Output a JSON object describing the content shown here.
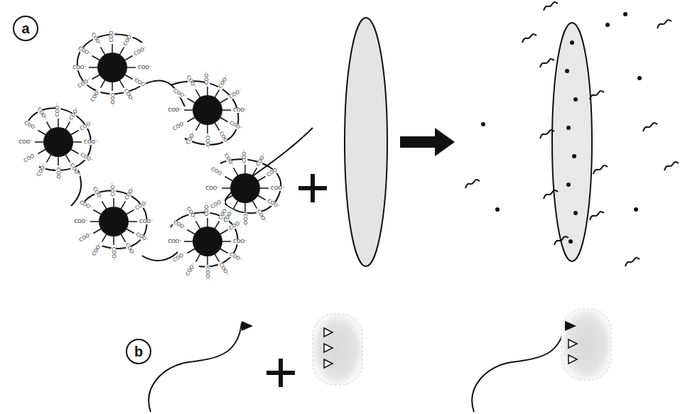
{
  "diagram": {
    "nodes": [
      {
        "text": [
          "a"
        ]
      },
      {
        "text": [
          "b"
        ]
      }
    ],
    "labels": [
      "COO⁻",
      "COO⁻",
      "COO⁻",
      "COO⁻",
      "COO⁻",
      "COO⁻",
      "COO⁻",
      "COO⁻",
      "COO⁻",
      "COO⁻",
      "COO⁻",
      "COO⁻",
      "COO⁻",
      "COO⁻",
      "COO⁻",
      "COO⁻",
      "COO⁻",
      "COO⁻",
      "COO⁻",
      "COO⁻",
      "COO⁻",
      "COO⁻",
      "COO⁻",
      "COO⁻",
      "COO⁻",
      "COO⁻",
      "COO⁻",
      "COO⁻",
      "COO⁻",
      "COO⁻",
      "COO⁻",
      "COO⁻",
      "COO⁻",
      "COO⁻",
      "COO⁻",
      "COO⁻",
      "COO⁻",
      "COO⁻",
      "COO⁻",
      "COO⁻",
      "COO⁻",
      "COO⁻",
      "COO⁻",
      "COO⁻",
      "COO⁻",
      "COO⁻",
      "COO⁻",
      "COO⁻",
      "COO⁻",
      "COO⁻",
      "COO⁻",
      "COO⁻",
      "COO⁻",
      "COO⁻",
      "COO⁻",
      "COO⁻",
      "COO⁻",
      "COO⁻",
      "COO⁻",
      "COO⁻",
      "COO⁻",
      "COO⁻",
      "COO⁻",
      "COO⁻",
      "COO⁻",
      "COO⁻",
      "COO⁻",
      "COO⁻",
      "COO⁻",
      "COO⁻",
      "COO⁻",
      "COO⁻"
    ]
  }
}
